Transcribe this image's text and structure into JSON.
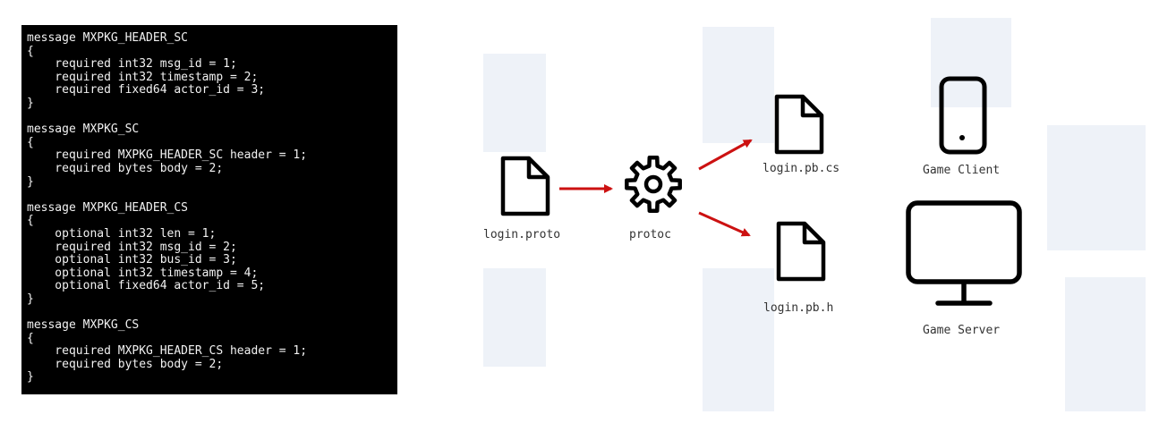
{
  "code": {
    "lines": [
      "message MXPKG_HEADER_SC",
      "{",
      "    required int32 msg_id = 1;",
      "    required int32 timestamp = 2;",
      "    required fixed64 actor_id = 3;",
      "}",
      "",
      "message MXPKG_SC",
      "{",
      "    required MXPKG_HEADER_SC header = 1;",
      "    required bytes body = 2;",
      "}",
      "",
      "message MXPKG_HEADER_CS",
      "{",
      "    optional int32 len = 1;",
      "    required int32 msg_id = 2;",
      "    optional int32 bus_id = 3;",
      "    optional int32 timestamp = 4;",
      "    optional fixed64 actor_id = 5;",
      "}",
      "",
      "message MXPKG_CS",
      "{",
      "    required MXPKG_HEADER_CS header = 1;",
      "    required bytes body = 2;",
      "}"
    ]
  },
  "diagram": {
    "nodes": {
      "proto": {
        "label": "login.proto",
        "icon": "file-icon"
      },
      "protoc": {
        "label": "protoc",
        "icon": "gear-icon"
      },
      "cs_file": {
        "label": "login.pb.cs",
        "icon": "file-icon"
      },
      "h_file": {
        "label": "login.pb.h",
        "icon": "file-icon"
      },
      "client": {
        "label": "Game Client",
        "icon": "phone-icon"
      },
      "server": {
        "label": "Game Server",
        "icon": "monitor-icon"
      }
    },
    "arrow_color": "#cc1111",
    "icon_color": "#000000"
  }
}
